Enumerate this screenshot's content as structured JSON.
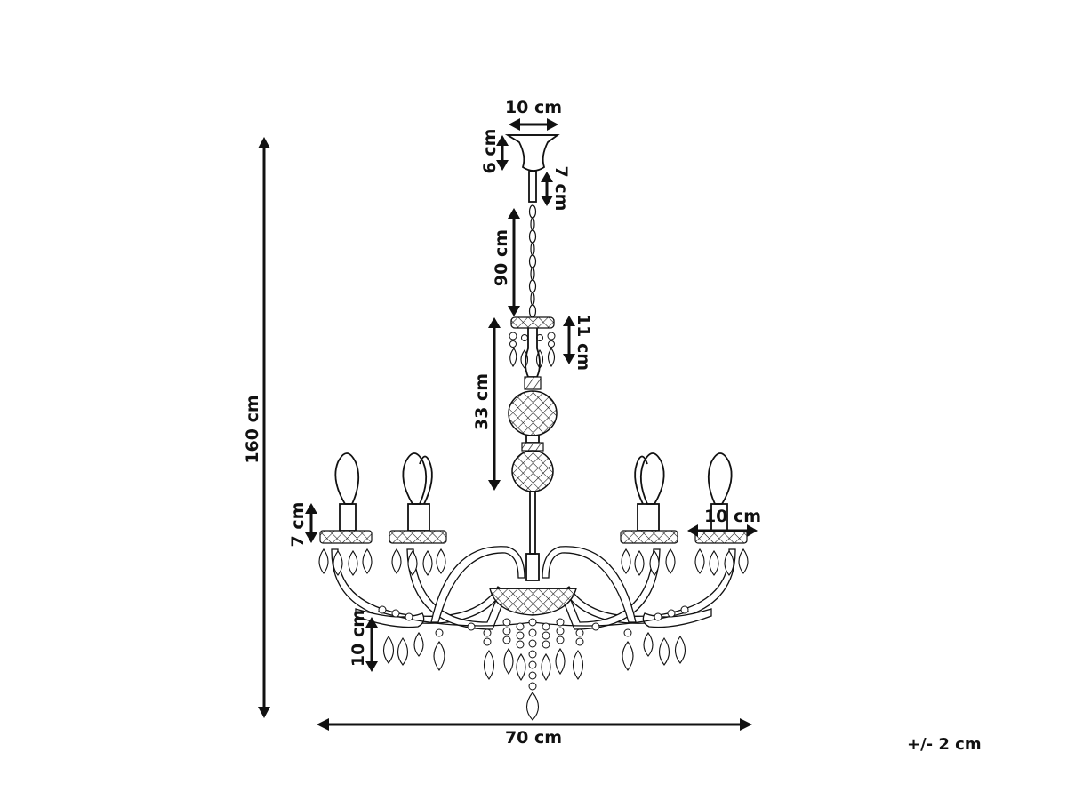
{
  "diagram": {
    "dimensions": {
      "canopy_width": "10 cm",
      "canopy_height": "6 cm",
      "rod_length": "7 cm",
      "chain_length": "90 cm",
      "top_crown_height": "11 cm",
      "column_height": "33 cm",
      "total_height": "160 cm",
      "cup_height": "7 cm",
      "cup_width": "10 cm",
      "drop_length": "10 cm",
      "total_width": "70 cm"
    },
    "tolerance": "+/- 2 cm"
  }
}
